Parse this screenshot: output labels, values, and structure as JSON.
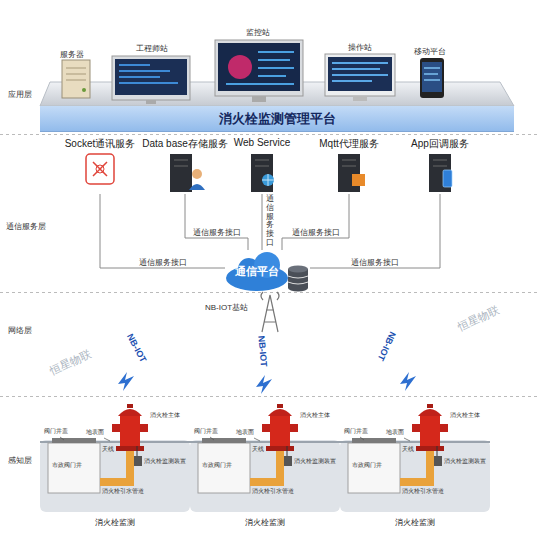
{
  "diagram": {
    "nodes": [
      {
        "text": [
          "消火栓监测管理平台"
        ]
      },
      {
        "text": [
          "Socket通讯服务"
        ]
      },
      {
        "text": [
          "Data base存储服务"
        ]
      },
      {
        "text": [
          "Web Service"
        ]
      },
      {
        "text": [
          "Mqtt代理服务"
        ]
      },
      {
        "text": [
          "App回调服务"
        ]
      },
      {
        "text": [
          "通信平台"
        ]
      },
      {
        "text": [
          "消火栓监测"
        ]
      },
      {
        "text": [
          "消火栓监测"
        ]
      },
      {
        "text": [
          "消火栓监测"
        ]
      }
    ],
    "edges": [
      {
        "from": 1,
        "to": 6,
        "arrow": "none",
        "label": "通信服务接口"
      },
      {
        "from": 2,
        "to": 6,
        "arrow": "none",
        "label": "通信服务接口"
      },
      {
        "from": 3,
        "to": 6,
        "arrow": "none",
        "label": "通信服务接口"
      },
      {
        "from": 4,
        "to": 6,
        "arrow": "none",
        "label": "通信服务接口"
      },
      {
        "from": 5,
        "to": 6,
        "arrow": "none",
        "label": "通信服务接口"
      }
    ],
    "labels": [
      "应用层",
      "通信服务层",
      "网络层",
      "感知层",
      "服务器",
      "工程师站",
      "监控站",
      "操作站",
      "移动平台",
      "NB-IOT基站",
      "NB-IOT",
      "NB-IOT",
      "NB-IOT",
      "阀门井盖",
      "市政阀门井",
      "地表面",
      "天线",
      "消火栓主体",
      "消火栓监测装置",
      "消火栓引水管道",
      "阀门井盖",
      "市政阀门井",
      "地表面",
      "天线",
      "消火栓主体",
      "消火栓监测装置",
      "消火栓引水管道",
      "阀门井盖",
      "市政阀门井",
      "地表面",
      "天线",
      "消火栓主体",
      "消火栓监测装置",
      "消火栓引水管道",
      "恒星物联",
      "恒星物联"
    ]
  }
}
